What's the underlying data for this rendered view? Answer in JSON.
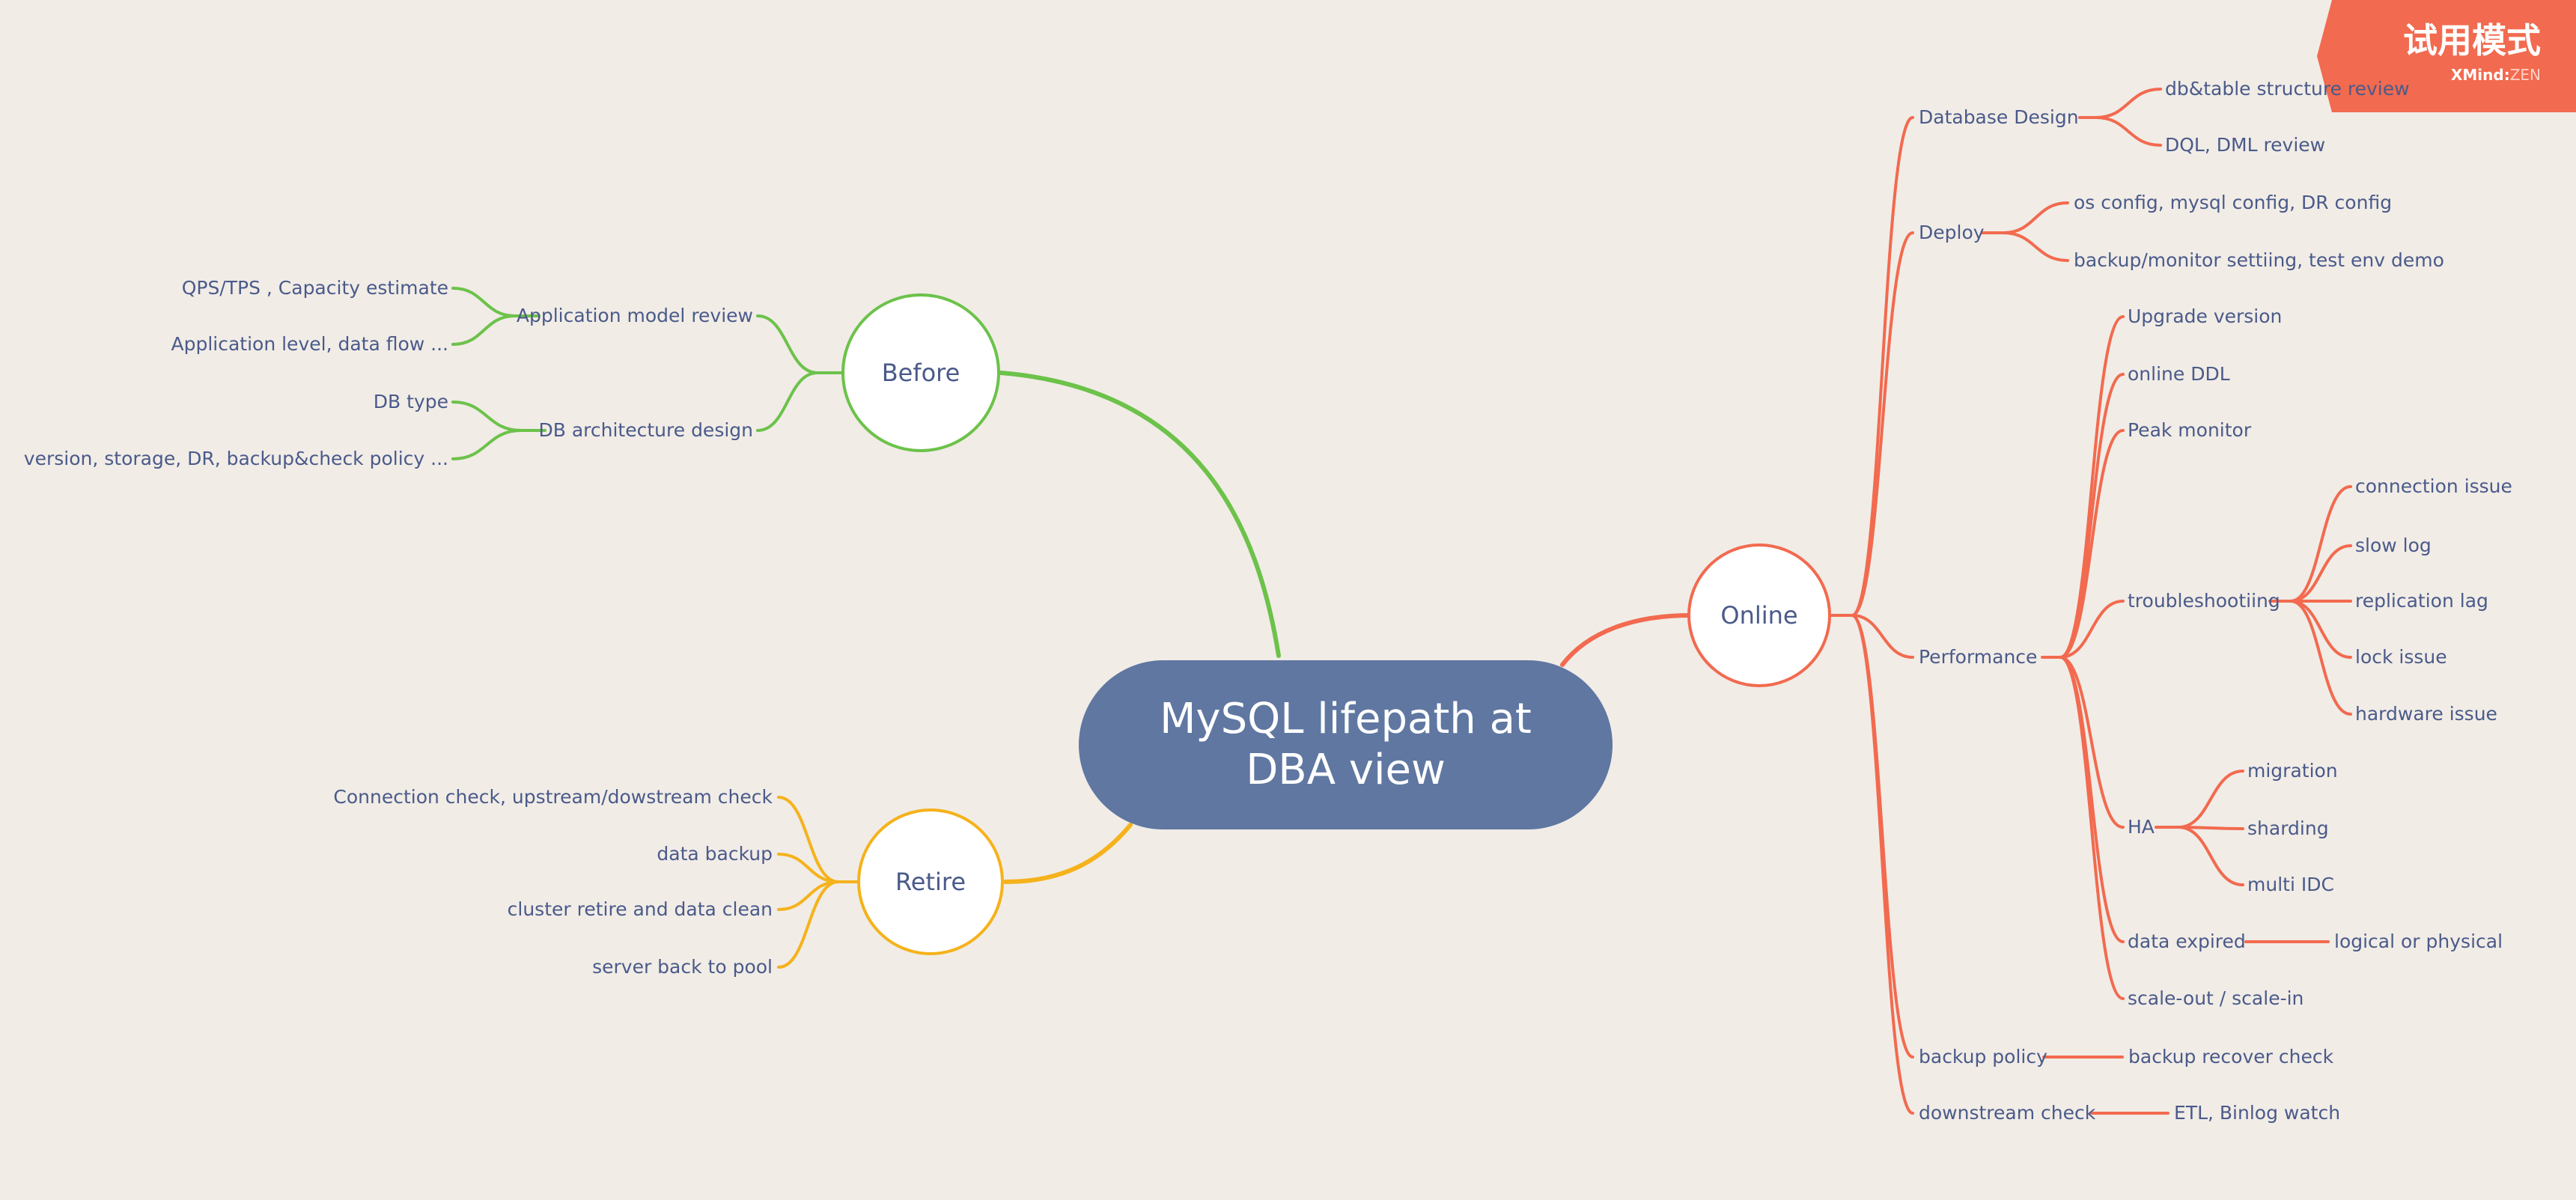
{
  "colors": {
    "background": "#f1ece6",
    "root": "#5f77a1",
    "text": "#4a5a8a",
    "before": "#6cc24a",
    "retire": "#f5b21b",
    "online": "#f26a4f",
    "badge": "#f26a4f"
  },
  "badge": {
    "title": "试用模式",
    "brand": "XMind",
    "edition": "ZEN"
  },
  "root": {
    "label": "MySQL lifepath at DBA view"
  },
  "branches": [
    {
      "id": "before",
      "label": "Before",
      "color": "before",
      "children": [
        {
          "label": "Application model review",
          "children": [
            {
              "label": "QPS/TPS , Capacity estimate"
            },
            {
              "label": "Application level, data flow ..."
            }
          ]
        },
        {
          "label": "DB architecture design",
          "children": [
            {
              "label": "DB type"
            },
            {
              "label": "version, storage, DR, backup&check policy ..."
            }
          ]
        }
      ]
    },
    {
      "id": "retire",
      "label": "Retire",
      "color": "retire",
      "children": [
        {
          "label": "Connection check, upstream/dowstream check"
        },
        {
          "label": "data backup"
        },
        {
          "label": "cluster retire and data clean"
        },
        {
          "label": "server back to pool"
        }
      ]
    },
    {
      "id": "online",
      "label": "Online",
      "color": "online",
      "children": [
        {
          "label": "Database Design",
          "children": [
            {
              "label": "db&table structure review"
            },
            {
              "label": "DQL, DML review"
            }
          ]
        },
        {
          "label": "Deploy",
          "children": [
            {
              "label": "os config, mysql config, DR config"
            },
            {
              "label": "backup/monitor settiing, test env demo"
            }
          ]
        },
        {
          "label": "Performance",
          "children": [
            {
              "label": "Upgrade version"
            },
            {
              "label": "online DDL"
            },
            {
              "label": "Peak monitor"
            },
            {
              "label": "troubleshootiing",
              "children": [
                {
                  "label": "connection issue"
                },
                {
                  "label": "slow log"
                },
                {
                  "label": "replication lag"
                },
                {
                  "label": "lock issue"
                },
                {
                  "label": "hardware issue"
                }
              ]
            },
            {
              "label": "HA",
              "children": [
                {
                  "label": "migration"
                },
                {
                  "label": "sharding"
                },
                {
                  "label": "multi IDC"
                }
              ]
            },
            {
              "label": "data expired",
              "children": [
                {
                  "label": "logical or physical"
                }
              ]
            },
            {
              "label": "scale-out / scale-in"
            }
          ]
        },
        {
          "label": "backup policy",
          "children": [
            {
              "label": "backup recover check"
            }
          ]
        },
        {
          "label": "downstream check",
          "children": [
            {
              "label": "ETL, Binlog watch"
            }
          ]
        }
      ]
    }
  ]
}
